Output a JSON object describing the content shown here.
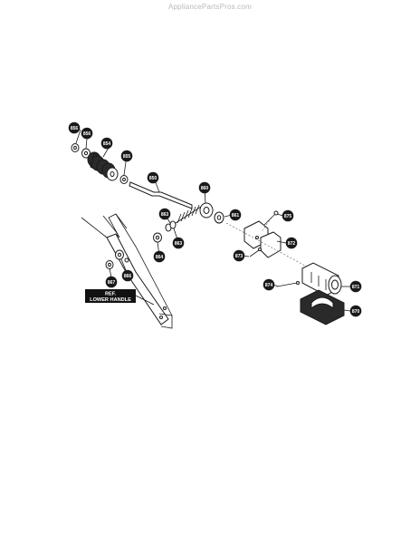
{
  "watermark": "AppliancePartsPros.com",
  "ref_label": {
    "line1": "REF.",
    "line2": "LOWER HANDLE"
  },
  "callouts": [
    {
      "id": "c856a",
      "label": "856"
    },
    {
      "id": "c856b",
      "label": "856"
    },
    {
      "id": "c854",
      "label": "854"
    },
    {
      "id": "c855",
      "label": "855"
    },
    {
      "id": "c850",
      "label": "850"
    },
    {
      "id": "c860",
      "label": "860"
    },
    {
      "id": "c861",
      "label": "861"
    },
    {
      "id": "c863a",
      "label": "863"
    },
    {
      "id": "c863b",
      "label": "863"
    },
    {
      "id": "c864",
      "label": "864"
    },
    {
      "id": "c875",
      "label": "875"
    },
    {
      "id": "c872",
      "label": "872"
    },
    {
      "id": "c873",
      "label": "873"
    },
    {
      "id": "c874",
      "label": "874"
    },
    {
      "id": "c871",
      "label": "871"
    },
    {
      "id": "c870",
      "label": "870"
    },
    {
      "id": "c867",
      "label": "867"
    },
    {
      "id": "c866",
      "label": "866"
    }
  ]
}
